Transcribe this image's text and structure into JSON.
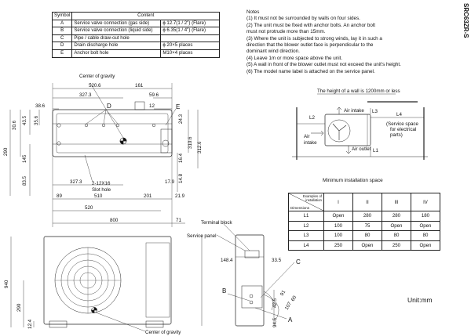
{
  "side_title": "SRC63ZR-S",
  "symbol_table": {
    "headers": [
      "Symbol",
      "Content"
    ],
    "rows": [
      {
        "symbol": "A",
        "content": "Service valve connection (gas side)",
        "value": "ϕ 12.7(1 / 2\") (Flare)"
      },
      {
        "symbol": "B",
        "content": "Service valve connection (liquid side)",
        "value": "ϕ 6.35(1 / 4\") (Flare)"
      },
      {
        "symbol": "C",
        "content": "Pipe / cable draw-out hole",
        "value": ""
      },
      {
        "symbol": "D",
        "content": "Drain discharge hole",
        "value": "ϕ 20×5 places"
      },
      {
        "symbol": "E",
        "content": "Anchor bolt hole",
        "value": "M10×4 places"
      }
    ]
  },
  "notes": {
    "title": "Notes",
    "lines": [
      "(1)  It must not be surrounded by walls on four sides.",
      "(2)  The unit must be fixed with anchor bolts. An anchor bolt",
      "       must not protrude more than 15mm.",
      "(3)  Where the unit is subjected to strong winds, lay it in such a",
      "       direction that the blower outlet face is perpendicular to the",
      "       dominant wind direction.",
      "(4)  Leave 1m or more space above the unit.",
      "(5)  A wall in front of the blower outlet must not exceed the unit's height.",
      "(6)  The model name label is attached on the service panel."
    ]
  },
  "top_view": {
    "labels": {
      "center_of_gravity": "Center of gravity",
      "D": "D",
      "E": "E",
      "slot": "2-12X16",
      "slot_hole": "Slot hole"
    },
    "dims": [
      "520.6",
      "161",
      "327.3",
      "59.6",
      "38.6",
      "12",
      "30.6",
      "43.5",
      "35.6",
      "24.3",
      "310.6",
      "312.6",
      "290",
      "145",
      "83.5",
      "16.4",
      "17.9",
      "14.8",
      "327.3",
      "89",
      "510",
      "201",
      "21.9",
      "520",
      "800",
      "71"
    ]
  },
  "front_view": {
    "dims": [
      "940",
      "290",
      "12.4"
    ],
    "labels": {
      "center_of_gravity": "Center of gravity"
    }
  },
  "side_view": {
    "labels": {
      "terminal_block": "Terminal block",
      "service_panel": "Service panel",
      "A": "A",
      "B": "B",
      "C": "C"
    },
    "dims": [
      "148.4",
      "33.5",
      "42.5",
      "94.5",
      "60",
      "91",
      "107"
    ]
  },
  "install": {
    "wall_note": "The height of a wall is 1200mm or less",
    "labels": {
      "L1": "L1",
      "L2": "L2",
      "L3": "L3",
      "L4": "L4",
      "air_intake_top": "Air intake",
      "air_intake_left1": "Air",
      "air_intake_left2": "intake",
      "air_outlet": "Air outlet",
      "service_space": [
        "(Service space",
        "for electrical",
        "parts)"
      ]
    },
    "title": "Minimum installation space"
  },
  "dims_table": {
    "corner_top": [
      "Examples of",
      "installation"
    ],
    "corner_bottom": "Dimensions",
    "columns": [
      "I",
      "II",
      "III",
      "IV"
    ],
    "rows": [
      {
        "label": "L1",
        "values": [
          "Open",
          "280",
          "280",
          "180"
        ]
      },
      {
        "label": "L2",
        "values": [
          "100",
          "75",
          "Open",
          "Open"
        ]
      },
      {
        "label": "L3",
        "values": [
          "100",
          "80",
          "80",
          "80"
        ]
      },
      {
        "label": "L4",
        "values": [
          "250",
          "Open",
          "250",
          "Open"
        ]
      }
    ]
  },
  "unit": "Unit:mm"
}
